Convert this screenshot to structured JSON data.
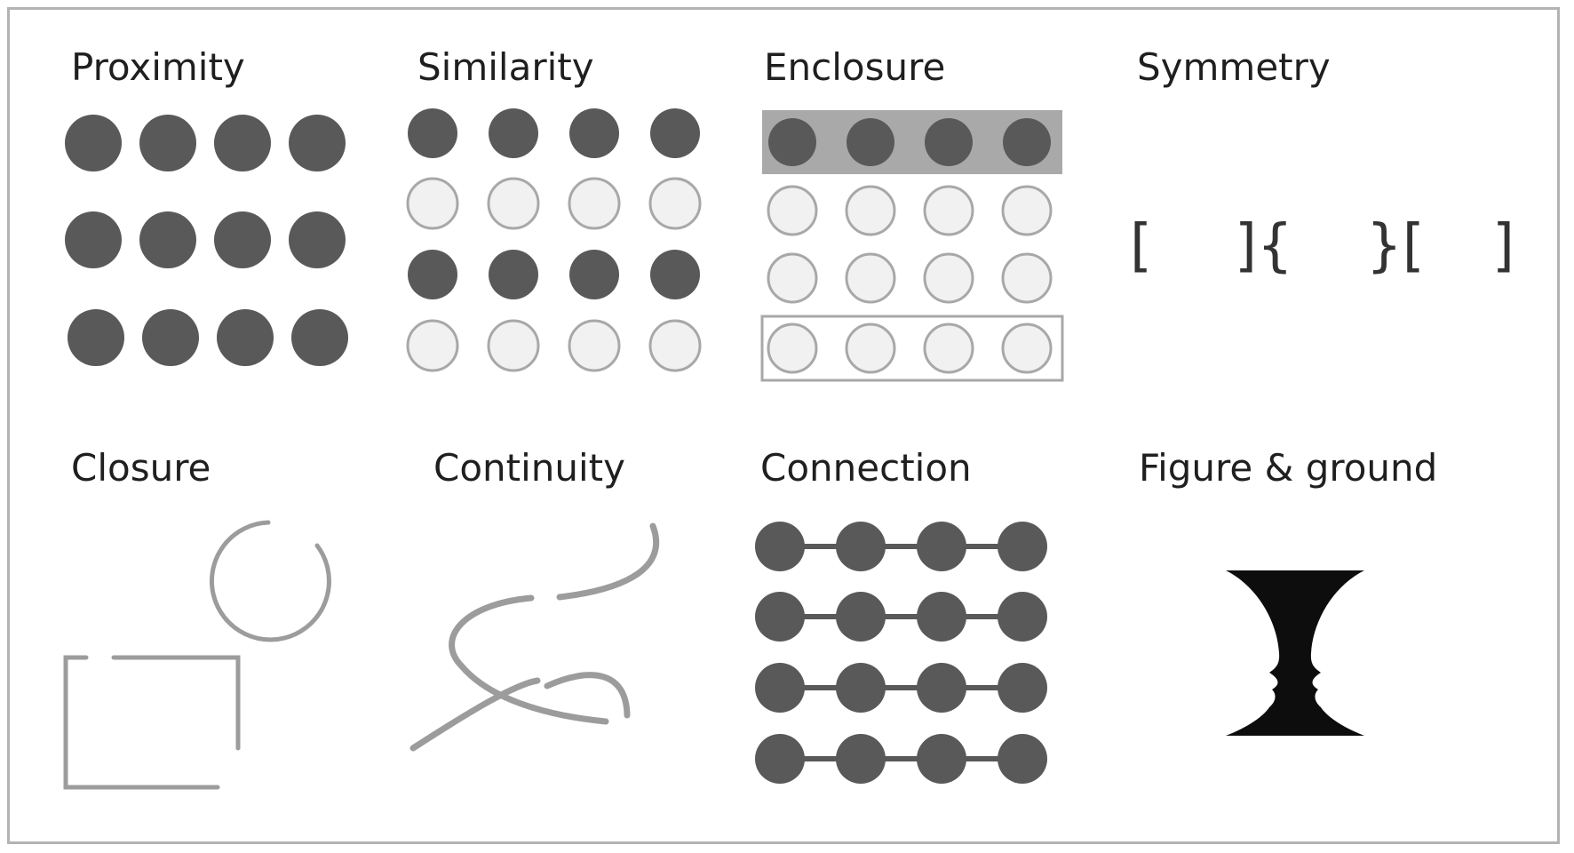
{
  "panels": {
    "proximity": {
      "title": "Proximity"
    },
    "similarity": {
      "title": "Similarity"
    },
    "enclosure": {
      "title": "Enclosure"
    },
    "symmetry": {
      "title": "Symmetry",
      "glyphs": [
        "[",
        "]{",
        "}[",
        "]"
      ]
    },
    "closure": {
      "title": "Closure"
    },
    "continuity": {
      "title": "Continuity"
    },
    "connection": {
      "title": "Connection"
    },
    "figure_ground": {
      "title": "Figure & ground"
    }
  },
  "colors": {
    "dark_dot": "#595959",
    "light_dot_fill": "#f1f1f1",
    "light_dot_stroke": "#a8a8a8",
    "enclosure_band": "#a9a9a9",
    "line_gray": "#9c9c9c",
    "vase": "#0d0d0d",
    "frame_border": "#b3b3b3"
  }
}
